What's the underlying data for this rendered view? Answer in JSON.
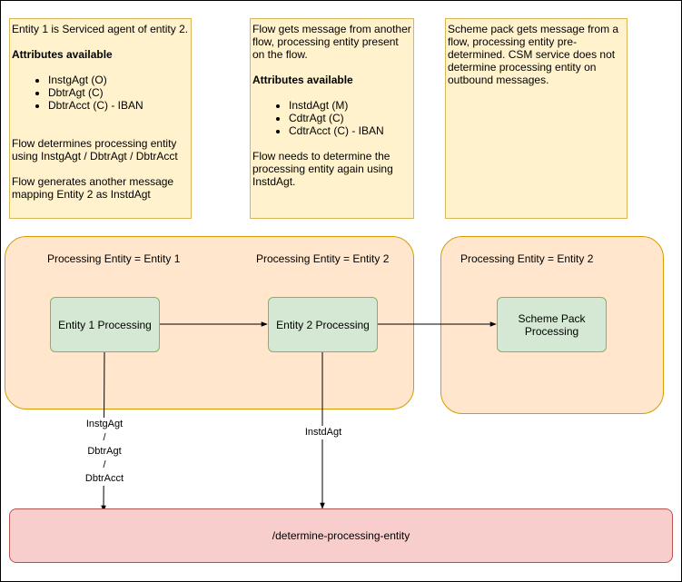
{
  "notes": {
    "entity1": {
      "intro": "Entity 1 is Serviced agent of entity 2.",
      "attr_heading": "Attributes available",
      "attrs": [
        "InstgAgt (O)",
        "DbtrAgt (C)",
        "DbtrAcct (C) - IBAN"
      ],
      "para1": "Flow determines processing entity using InstgAgt / DbtrAgt / DbtrAcct",
      "para2": "Flow generates another message mapping Entity 2 as InstdAgt"
    },
    "entity2": {
      "intro": "Flow gets message from another flow, processing entity present on the flow.",
      "attr_heading": "Attributes available",
      "attrs": [
        "InstdAgt (M)",
        "CdtrAgt (C)",
        "CdtrAcct (C) - IBAN"
      ],
      "para1": "Flow needs to determine the processing entity again using InstdAgt."
    },
    "scheme": {
      "intro": "Scheme pack gets message from a flow, processing entity pre-determined. CSM service does not determine processing entity on outbound messages."
    }
  },
  "groups": {
    "left": {
      "label_a": "Processing Entity = Entity 1",
      "label_b": "Processing Entity = Entity 2"
    },
    "right": {
      "label": "Processing Entity = Entity 2"
    }
  },
  "boxes": {
    "entity1": "Entity 1 Processing",
    "entity2": "Entity 2 Processing",
    "scheme_line1": "Scheme Pack",
    "scheme_line2": "Processing"
  },
  "edges": {
    "entity1_down": [
      "InstgAgt",
      "/",
      "DbtrAgt",
      "/",
      "DbtrAcct"
    ],
    "entity2_down": "InstdAgt"
  },
  "endpoint": {
    "label": "/determine-processing-entity"
  },
  "colors": {
    "note_fill": "#fff2cc",
    "note_stroke": "#d6b656",
    "group_fill": "#ffe6cc",
    "group_stroke": "#d79b00",
    "box_fill": "#d5e8d4",
    "box_stroke": "#82b366",
    "endpoint_fill": "#f8cecc",
    "endpoint_stroke": "#b85450"
  }
}
